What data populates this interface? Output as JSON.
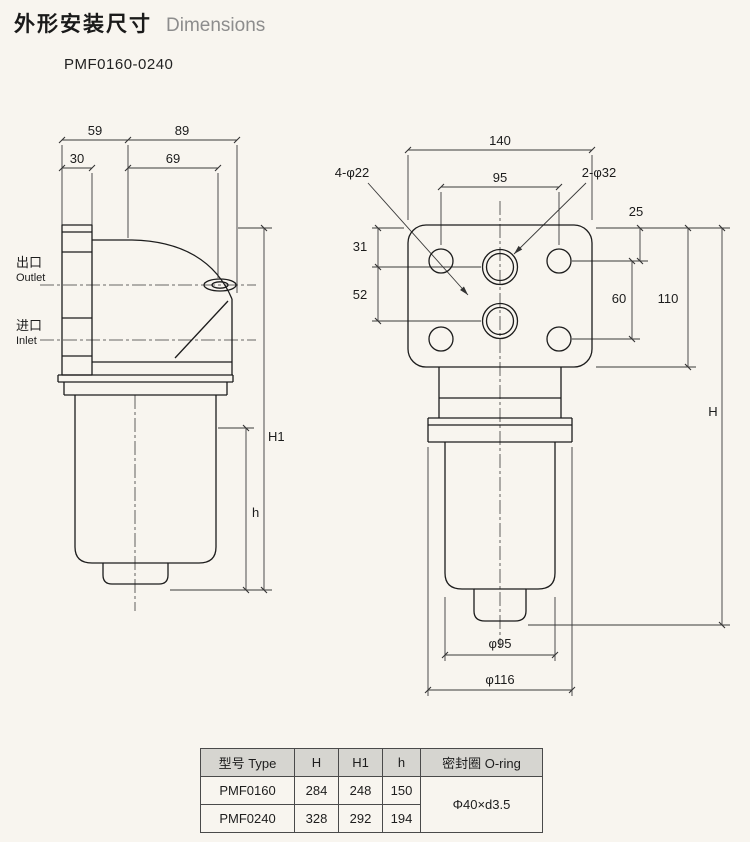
{
  "header": {
    "title_cn": "外形安装尺寸",
    "title_en": "Dimensions",
    "model": "PMF0160-0240"
  },
  "left_view": {
    "d59": "59",
    "d89": "89",
    "d30": "30",
    "d69": "69",
    "dH1": "H1",
    "dh": "h",
    "outlet_cn": "出口",
    "outlet_en": "Outlet",
    "inlet_cn": "进口",
    "inlet_en": "Inlet"
  },
  "right_view": {
    "d140": "140",
    "d95": "95",
    "holes_small": "4-φ22",
    "holes_large": "2-φ32",
    "d25": "25",
    "d31": "31",
    "d52": "52",
    "d60": "60",
    "d110": "110",
    "dH": "H",
    "dia95": "φ95",
    "dia116": "φ116"
  },
  "table": {
    "headers": [
      "型号 Type",
      "H",
      "H1",
      "h",
      "密封圈 O-ring"
    ],
    "rows": [
      {
        "type": "PMF0160",
        "H": "284",
        "H1": "248",
        "h": "150"
      },
      {
        "type": "PMF0240",
        "H": "328",
        "H1": "292",
        "h": "194"
      }
    ],
    "oring": "Φ40×d3.5"
  }
}
